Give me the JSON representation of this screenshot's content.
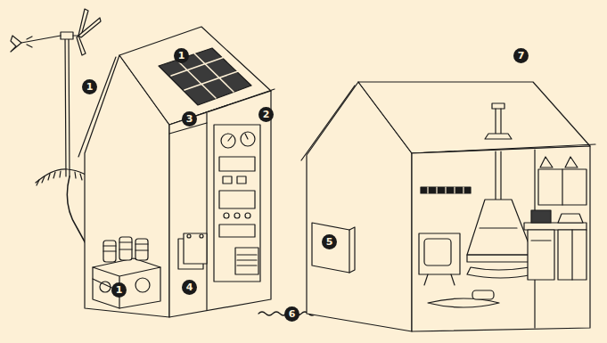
{
  "diagram": {
    "labels": [
      "1",
      "7",
      "1",
      "2",
      "3",
      "5",
      "1",
      "4",
      "6"
    ]
  }
}
